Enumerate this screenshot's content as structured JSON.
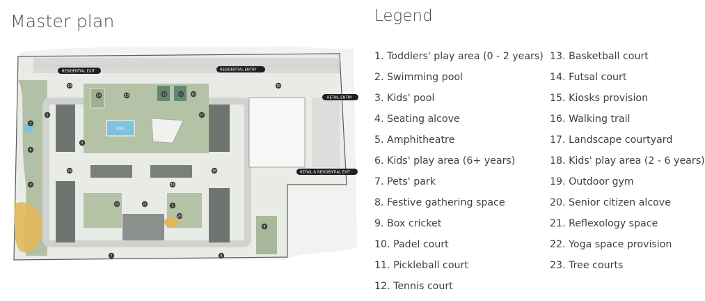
{
  "header": {
    "title": "Master plan"
  },
  "legend": {
    "title": "Legend",
    "column_1": [
      "1. Toddlers' play area (0 - 2 years)",
      "2. Swimming pool",
      "3. Kids' pool",
      "4. Seating alcove",
      "5. Amphitheatre",
      "6. Kids' play area (6+ years)",
      "7. Pets' park",
      "8. Festive gathering space",
      "9. Box cricket",
      "10. Padel court",
      "11. Pickleball court",
      "12. Tennis court"
    ],
    "column_2": [
      "13. Basketball court",
      "14. Futsal court",
      "15. Kiosks provision",
      "16. Walking trail",
      "17. Landscape courtyard",
      "18. Kids' play area (2 - 6 years)",
      "19. Outdoor gym",
      "20. Senior citizen alcove",
      "21. Reflexology space",
      "22. Yoga space provision",
      "23. Tree courts"
    ]
  },
  "plan": {
    "labels": {
      "residential_exit": "RESIDENTIAL EXIT",
      "residential_entry": "RESIDENTIAL ENTRY",
      "retail_entry": "RETAIL ENTRY",
      "retail_residential_exit": "RETAIL & RESIDENTIAL EXIT",
      "pool_label": "POOL"
    },
    "markers": [
      "19",
      "14",
      "13",
      "12",
      "11",
      "10",
      "18",
      "17",
      "3",
      "2",
      "6",
      "4",
      "23",
      "22",
      "1",
      "20",
      "21",
      "7",
      "8",
      "9",
      "15",
      "16",
      "5"
    ],
    "colors": {
      "background": "#e9ebe6",
      "road": "#d2d4d1",
      "green": "#a8b89a",
      "tower": "#6f7470",
      "marker": "#3a3d3b",
      "play": "#e3b85a",
      "pool": "#7ec2de"
    }
  }
}
